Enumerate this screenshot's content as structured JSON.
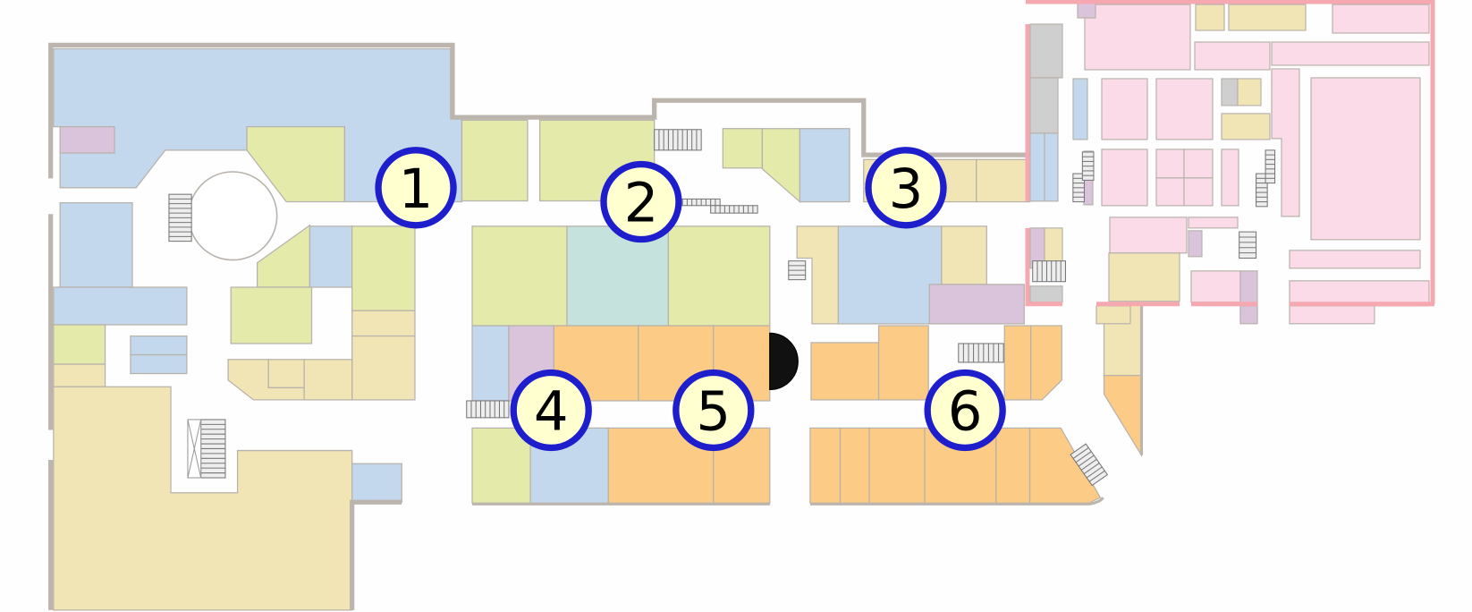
{
  "map": {
    "colors": {
      "blue": "#c3d8ec",
      "green": "#e4eaaa",
      "yellow": "#f2e5b5",
      "orange": "#fccb85",
      "purple": "#dac4dc",
      "teal": "#c5e2dc",
      "pink": "#fbdbe8",
      "gray": "#cfcfcf",
      "wall": "#bcb5ad",
      "pink_wall": "#f5a8b0",
      "marker_fill": "#ffffd0",
      "marker_stroke": "#1e1ecc"
    },
    "markers": [
      {
        "label": "1"
      },
      {
        "label": "2"
      },
      {
        "label": "3"
      },
      {
        "label": "4"
      },
      {
        "label": "5"
      },
      {
        "label": "6"
      }
    ]
  }
}
